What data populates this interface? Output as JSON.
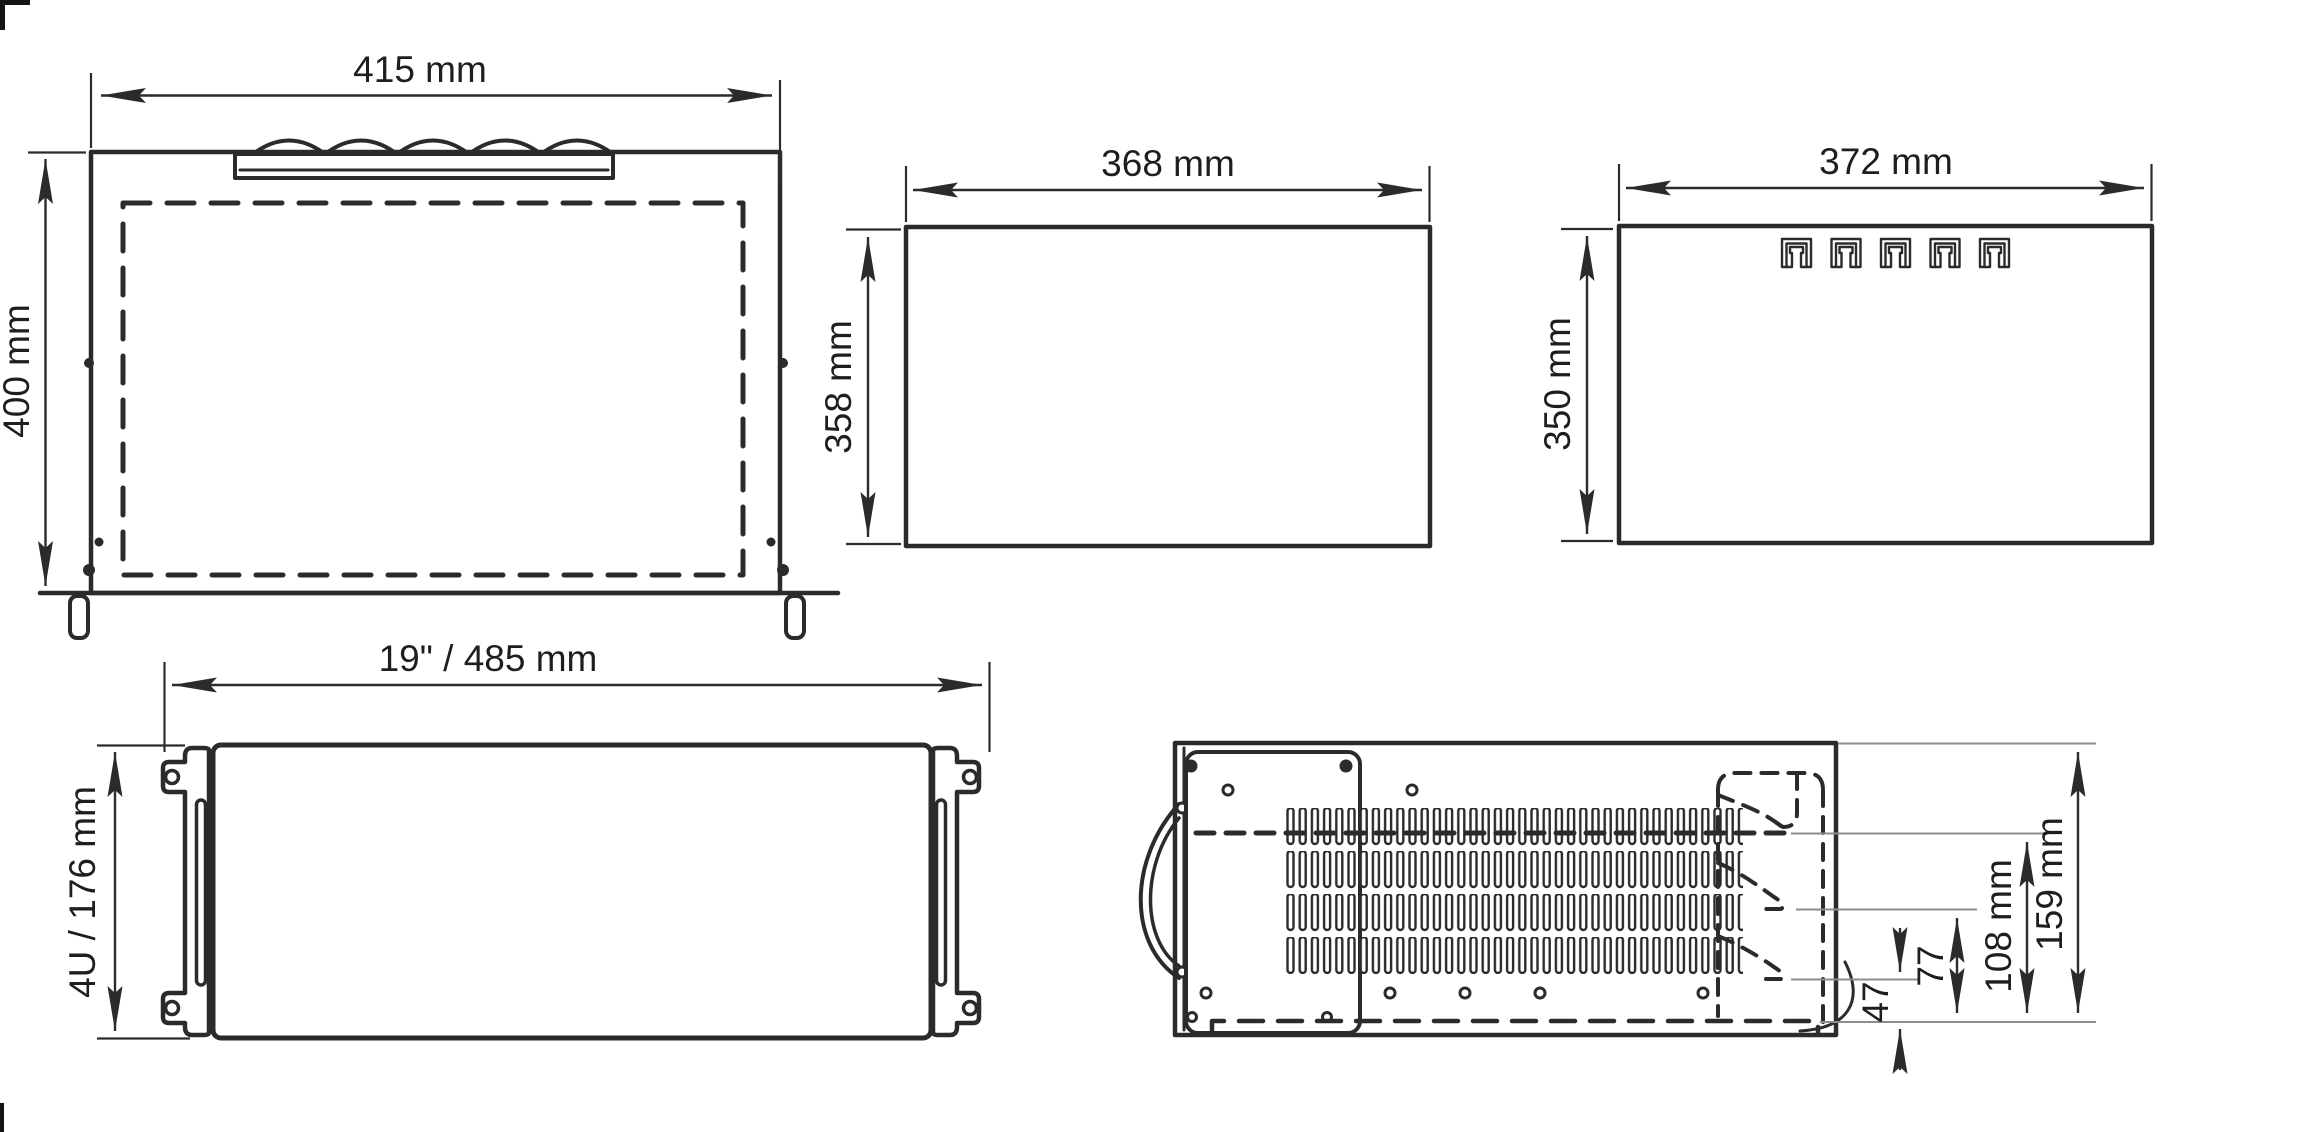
{
  "drawing": {
    "type": "technical-dimension-diagram",
    "subject": "4U 19-inch rackmount chassis - five orthographic views",
    "colors": {
      "ink": "#2b2b2b",
      "background": "#ffffff",
      "extension_line": "#8d8d8d"
    },
    "views": {
      "top_view": {
        "width_label": "415 mm",
        "depth_label": "400 mm"
      },
      "panel_view_a": {
        "width_label": "368 mm",
        "height_label": "358 mm"
      },
      "panel_view_b": {
        "width_label": "372 mm",
        "height_label": "350 mm",
        "keyhole_slot_count": 5,
        "icon": "keyhole-slot-icon"
      },
      "front_view": {
        "width_label": "19\" / 485 mm",
        "height_label": "4U / 176 mm"
      },
      "side_view": {
        "dim_overall_label": "159 mm",
        "dim_mid_label": "108 mm",
        "dim_small_label": "77",
        "dim_base_label": "47"
      }
    }
  }
}
